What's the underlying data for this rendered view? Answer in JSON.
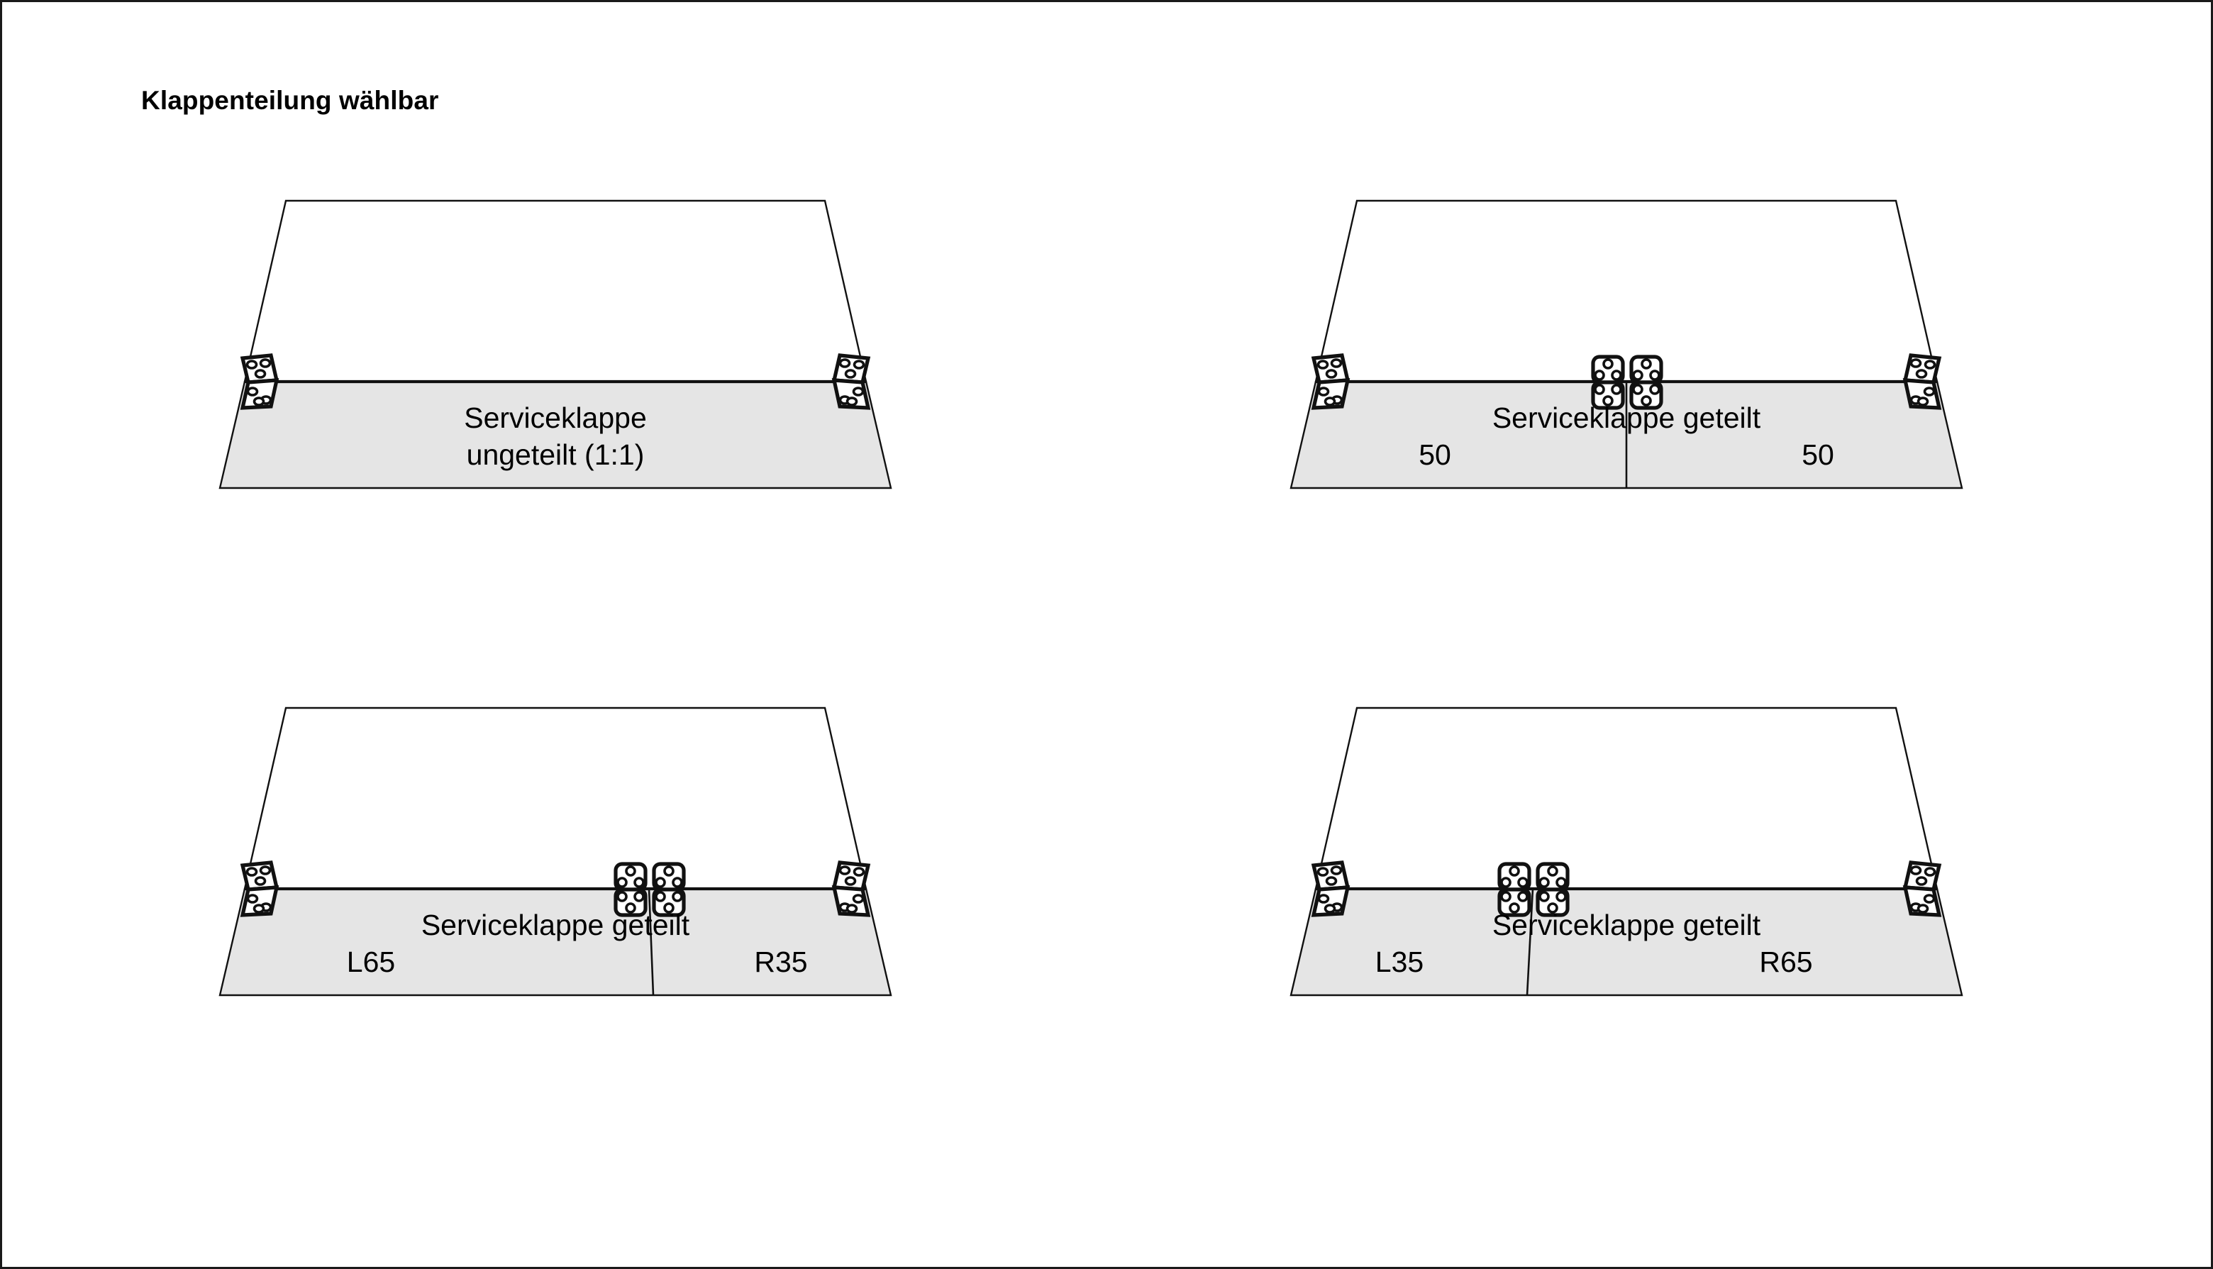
{
  "page": {
    "title": "Klappenteilung wählbar",
    "background_color": "#ffffff",
    "border_color": "#1a1a1a",
    "flap_fill_color": "#e5e5e5",
    "line_color": "#111111"
  },
  "diagrams": [
    {
      "id": "undivided",
      "position": "top-left",
      "caption_line1": "Serviceklappe",
      "caption_line2": "ungeteilt (1:1)",
      "divided": false,
      "hinge_count": 2,
      "segments": [],
      "hinge_icon": "hinge-icon"
    },
    {
      "id": "split-50-50",
      "position": "top-right",
      "caption_line1": "Serviceklappe geteilt",
      "caption_line2": "",
      "divided": true,
      "hinge_count": 4,
      "split_ratio": 0.5,
      "segments": [
        {
          "label": "50"
        },
        {
          "label": "50"
        }
      ],
      "hinge_icon": "hinge-icon"
    },
    {
      "id": "split-l65-r35",
      "position": "bottom-left",
      "caption_line1": "Serviceklappe geteilt",
      "caption_line2": "",
      "divided": true,
      "hinge_count": 4,
      "split_ratio": 0.65,
      "segments": [
        {
          "label": "L65"
        },
        {
          "label": "R35"
        }
      ],
      "hinge_icon": "hinge-icon"
    },
    {
      "id": "split-l35-r65",
      "position": "bottom-right",
      "caption_line1": "Serviceklappe geteilt",
      "caption_line2": "",
      "divided": true,
      "hinge_count": 4,
      "split_ratio": 0.35,
      "segments": [
        {
          "label": "L35"
        },
        {
          "label": "R65"
        }
      ],
      "hinge_icon": "hinge-icon"
    }
  ]
}
